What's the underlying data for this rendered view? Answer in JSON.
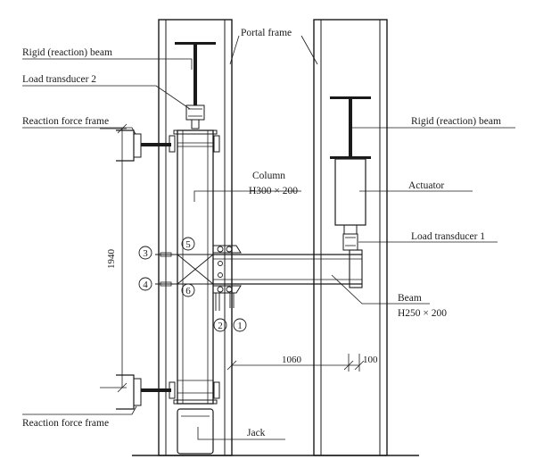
{
  "labels": {
    "rigid_beam_left": "Rigid (reaction) beam",
    "portal_frame": "Portal frame",
    "load_transducer_2": "Load transducer 2",
    "reaction_frame_top": "Reaction force frame",
    "rigid_beam_right": "Rigid (reaction) beam",
    "column": "Column",
    "column_section": "H300 × 200",
    "actuator": "Actuator",
    "load_transducer_1": "Load transducer 1",
    "beam": "Beam",
    "beam_section": "H250 × 200",
    "jack": "Jack",
    "reaction_frame_bottom": "Reaction force frame"
  },
  "dimensions": {
    "height": "1940",
    "span": "1060",
    "offset": "100"
  },
  "gauges": {
    "g1": "1",
    "g2": "2",
    "g3": "3",
    "g4": "4",
    "g5": "5",
    "g6": "6"
  }
}
